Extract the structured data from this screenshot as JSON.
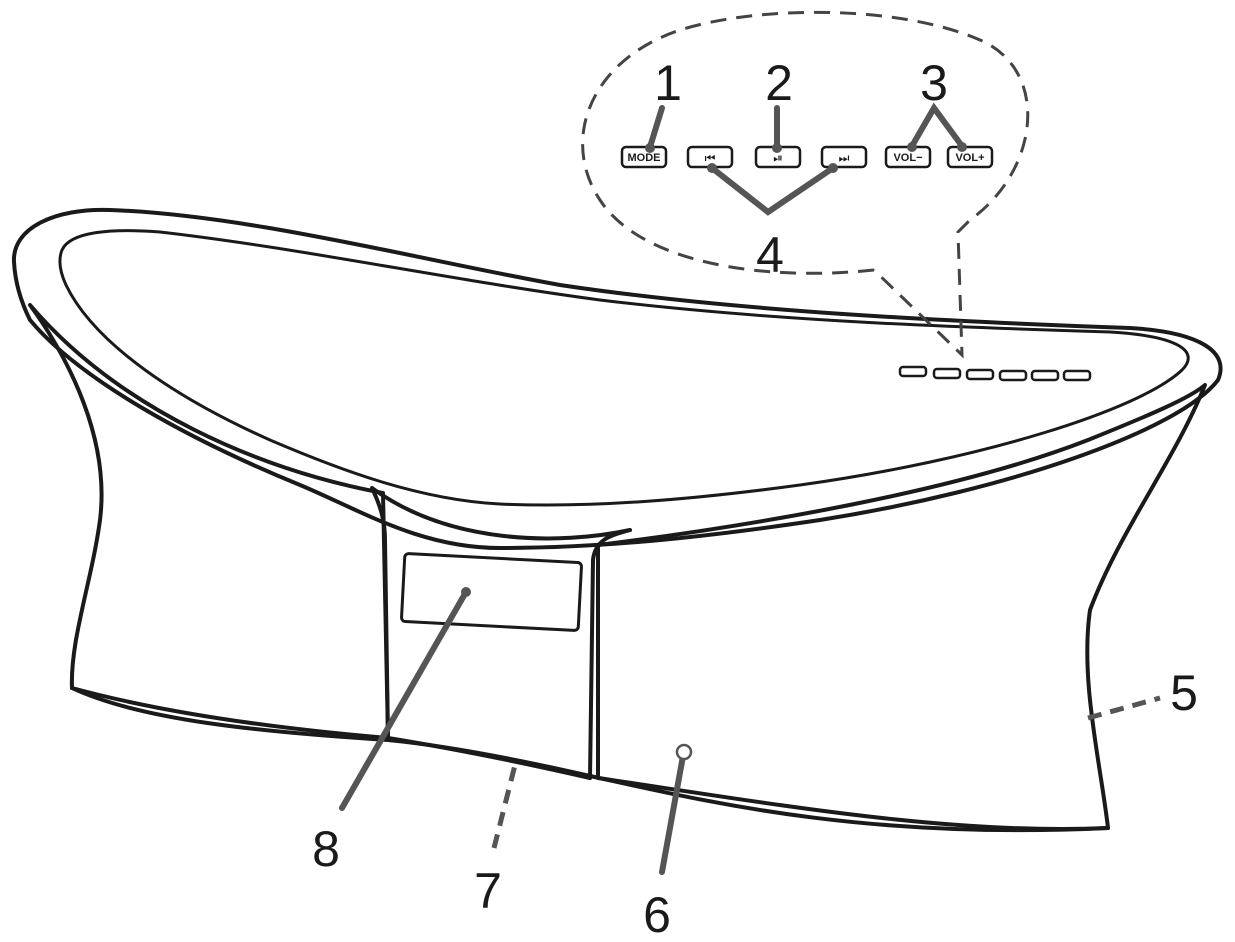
{
  "buttons": {
    "mode": "MODE",
    "prev": "⏮",
    "play": "⏯",
    "next": "⏭",
    "vol_minus": "VOL−",
    "vol_plus": "VOL+"
  },
  "callouts": {
    "c1": "1",
    "c2": "2",
    "c3": "3",
    "c4": "4",
    "c5": "5",
    "c6": "6",
    "c7": "7",
    "c8": "8"
  },
  "colors": {
    "line": "#1a1a1a",
    "leader": "#555555",
    "grille": "#8a8a8a"
  }
}
